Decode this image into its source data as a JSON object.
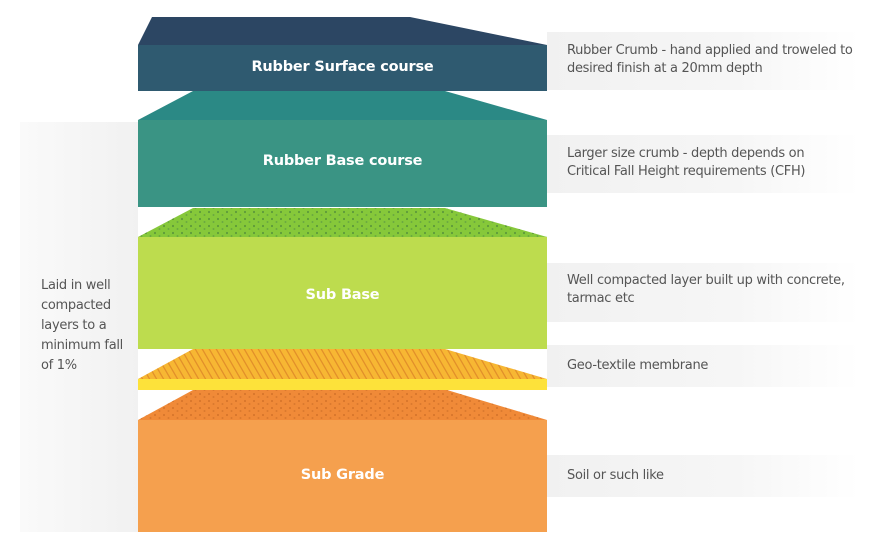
{
  "layers": [
    {
      "name": "Rubber Surface course",
      "description": "Rubber Crumb - hand applied and troweled to desired finish at a 20mm depth",
      "color": "#2f5a70"
    },
    {
      "name": "Rubber Base course",
      "description": "Larger size crumb - depth depends on Critical Fall Height requirements (CFH)",
      "color": "#3a9484"
    },
    {
      "name": "Sub Base",
      "description": "Well compacted layer built up with concrete, tarmac etc",
      "color": "#bddc4e"
    },
    {
      "name": "",
      "description": "Geo-textile membrane",
      "color": "#f5b630"
    },
    {
      "name": "Sub Grade",
      "description": "Soil or such like",
      "color": "#f5a04e"
    }
  ],
  "side_note": "Laid in well compacted layers to a minimum fall of 1%"
}
